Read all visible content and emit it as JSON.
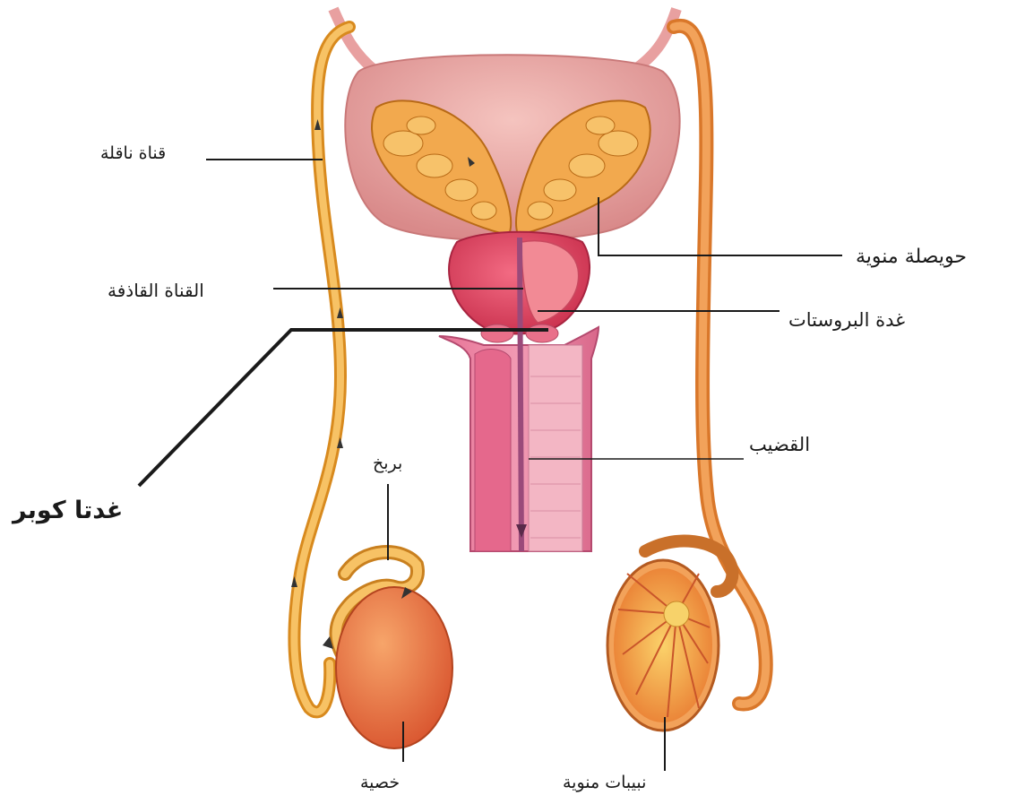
{
  "labels": {
    "vas_deferens": "قناة ناقلة",
    "seminal_vesicle": "حويصلة منوية",
    "ejaculatory_duct": "القناة القاذفة",
    "prostate": "غدة البروستات",
    "cowper_glands": "غدتا كوبر",
    "penis": "القضيب",
    "epididymis": "بربخ",
    "testis": "خصية",
    "seminiferous_tubules": "نبيبات منوية"
  },
  "colors": {
    "bladder": "#e8a0a0",
    "bladder_dark": "#c97878",
    "vesicle": "#f2a94e",
    "vesicle_dark": "#c97a1f",
    "prostate": "#e64f6a",
    "prostate_light": "#f28a95",
    "penis": "#e77e9c",
    "penis_light": "#f3b6c4",
    "duct": "#f7b54a",
    "duct_dark": "#d88a1e",
    "testis": "#e9683c",
    "testis_light": "#f29a5a",
    "line": "#1a1a1a",
    "urethra": "#9a4a7a"
  }
}
